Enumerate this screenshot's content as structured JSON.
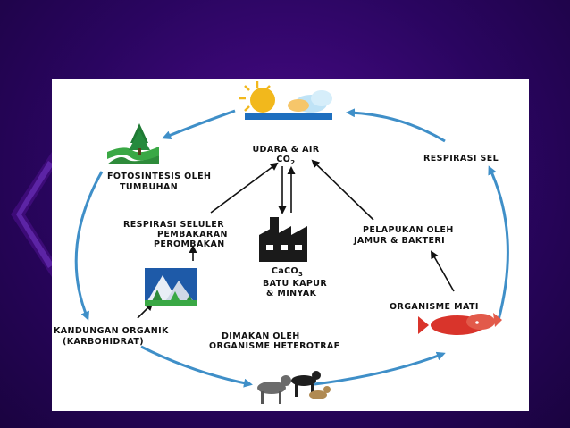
{
  "diagram": {
    "nodes": {
      "atmosphere": {
        "line1": "UDARA & AIR",
        "line2": "CO",
        "sub": "2"
      },
      "respiration_cell": {
        "line1": "RESPIRASI SEL"
      },
      "photosynthesis": {
        "line1": "FOTOSINTESIS OLEH",
        "line2": "TUMBUHAN"
      },
      "respiration_combustion": {
        "line1": "RESPIRASI SELULER",
        "line2": "PEMBAKARAN",
        "line3": "PEROMBAKAN"
      },
      "decomposition": {
        "line1": "PELAPUKAN OLEH",
        "line2": "JAMUR & BAKTERI"
      },
      "limestone": {
        "formula": "CaCO",
        "sub": "3",
        "line1": "BATU KAPUR",
        "line2": "& MINYAK"
      },
      "dead_organism": {
        "line1": "ORGANISME MATI"
      },
      "organic_content": {
        "line1": "KANDUNGAN ORGANIK",
        "line2": "(KARBOHIDRAT)"
      },
      "heterotroph": {
        "line1": "DIMAKAN OLEH",
        "line2": "ORGANISME HETEROTRAF"
      }
    },
    "colors": {
      "arrow_blue": "#3f8fc8",
      "arrow_black": "#111111",
      "sun": "#f2b81c",
      "sky": "#1e6fbf",
      "factory": "#1a1a1a",
      "fish": "#d9342b",
      "tree": "#2e8b3a",
      "background": "#2a0560"
    },
    "icons": [
      "sun-cloud-icon",
      "tree-road-icon",
      "mountain-forest-icon",
      "factory-icon",
      "fish-icon",
      "animals-icon"
    ]
  }
}
